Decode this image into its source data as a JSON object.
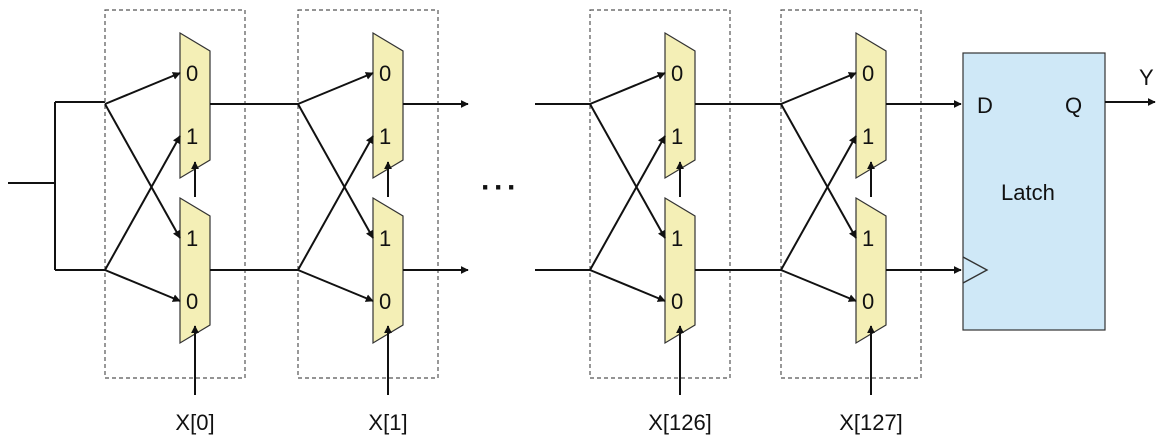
{
  "colors": {
    "mux_fill": "#f4efb6",
    "latch_fill": "#cfe8f7",
    "wire": "#111111"
  },
  "diagram": {
    "stages": [
      {
        "select_label": "X[0]",
        "top_mux": {
          "in_upper": "0",
          "in_lower": "1"
        },
        "bottom_mux": {
          "in_upper": "1",
          "in_lower": "0"
        }
      },
      {
        "select_label": "X[1]",
        "top_mux": {
          "in_upper": "0",
          "in_lower": "1"
        },
        "bottom_mux": {
          "in_upper": "1",
          "in_lower": "0"
        }
      },
      {
        "select_label": "X[126]",
        "top_mux": {
          "in_upper": "0",
          "in_lower": "1"
        },
        "bottom_mux": {
          "in_upper": "1",
          "in_lower": "0"
        }
      },
      {
        "select_label": "X[127]",
        "top_mux": {
          "in_upper": "0",
          "in_lower": "1"
        },
        "bottom_mux": {
          "in_upper": "1",
          "in_lower": "0"
        }
      }
    ],
    "ellipsis": "···",
    "latch": {
      "label": "Latch",
      "d_label": "D",
      "q_label": "Q"
    },
    "output_label": "Y"
  }
}
